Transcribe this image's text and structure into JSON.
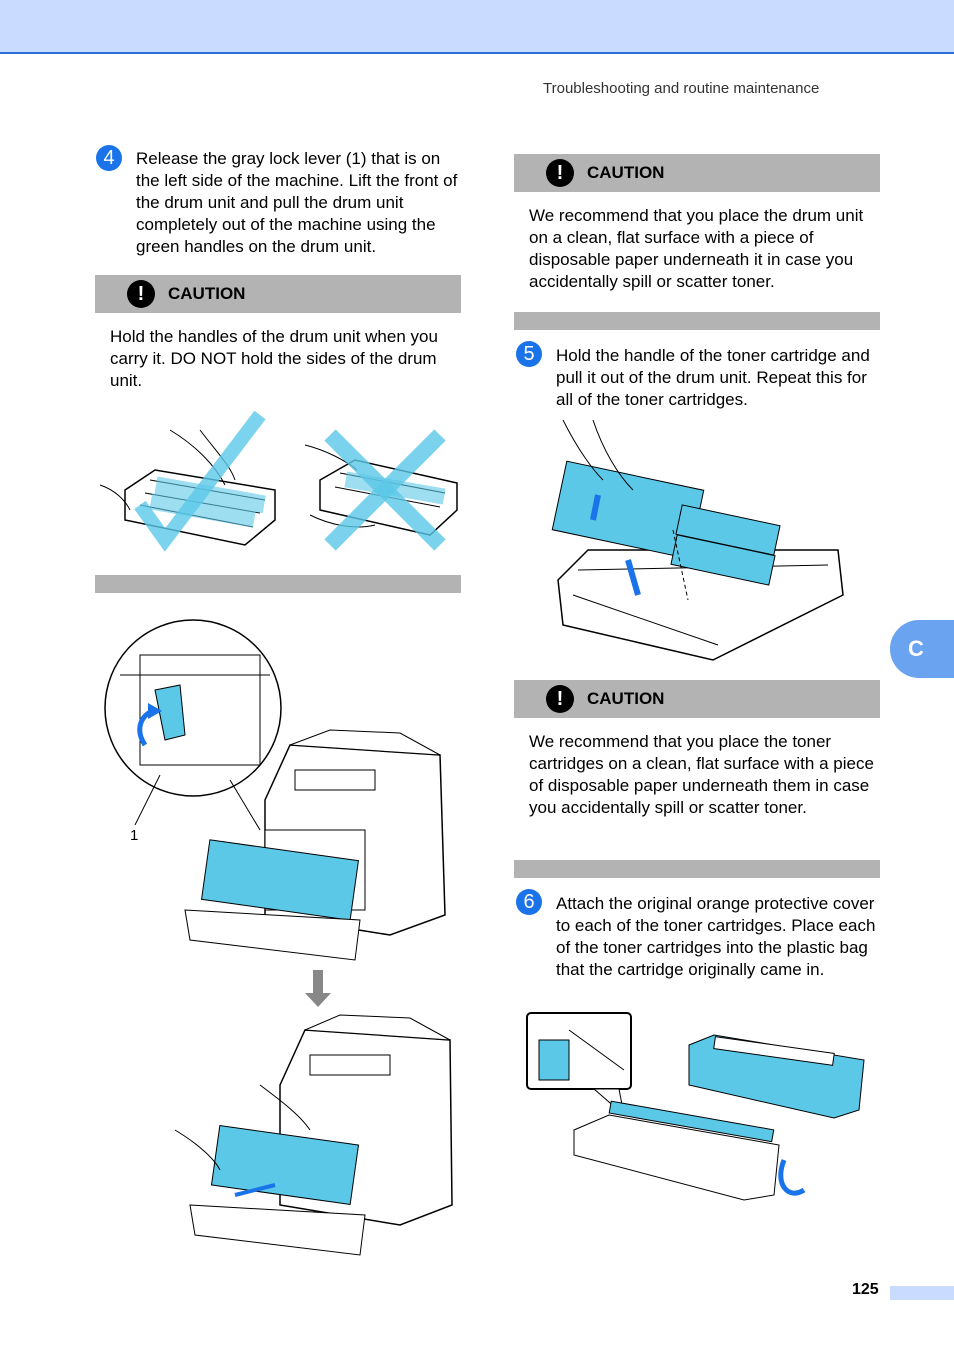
{
  "header": {
    "running_title": "Troubleshooting and routine maintenance"
  },
  "left": {
    "step4": {
      "marker": "4",
      "text": "Release the gray lock lever (1) that is on the left side of the machine. Lift the front of the drum unit and pull the drum unit completely out of the machine using the green handles on the drum unit."
    },
    "caution1": {
      "label": "CAUTION",
      "text": "Hold the handles of the drum unit when you carry it. DO NOT hold the sides of the drum unit."
    },
    "figure_callout": "1"
  },
  "right": {
    "caution2": {
      "label": "CAUTION",
      "text": "We recommend that you place the drum unit on a clean, flat surface with a piece of disposable paper underneath it in case you accidentally spill or scatter toner."
    },
    "step5": {
      "marker": "5",
      "text": "Hold the handle of the toner cartridge and pull it out of the drum unit. Repeat this for all of the toner cartridges."
    },
    "caution3": {
      "label": "CAUTION",
      "text": "We recommend that you place the toner cartridges on a clean, flat surface with a piece of disposable paper underneath them in case you accidentally spill or scatter toner."
    },
    "step6": {
      "marker": "6",
      "text": "Attach the original orange protective cover to each of the toner cartridges. Place each of the toner cartridges into the plastic bag that the cartridge originally came in."
    }
  },
  "side_tab": "C",
  "footer": {
    "page_number": "125"
  },
  "colors": {
    "accent_blue": "#1a73e8",
    "header_band": "#c9dcff",
    "caution_gray": "#b3b3b3",
    "illustration_cyan": "#5bc8e8"
  }
}
